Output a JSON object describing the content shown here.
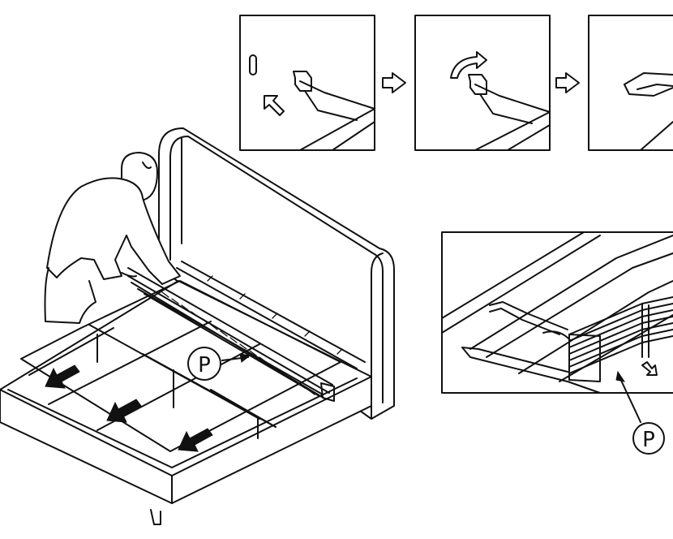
{
  "labels": {
    "part_label_main": "P",
    "part_label_detail": "P"
  },
  "steps": [
    {
      "id": "step-1-insert"
    },
    {
      "id": "step-2-rotate"
    },
    {
      "id": "step-3-lock"
    }
  ],
  "icons": [
    "arrow-right-icon",
    "direction-arrow-icon",
    "curved-rotate-arrow-icon",
    "pointer-arrow-icon"
  ],
  "colors": {
    "line": "#111111",
    "background": "#ffffff"
  }
}
